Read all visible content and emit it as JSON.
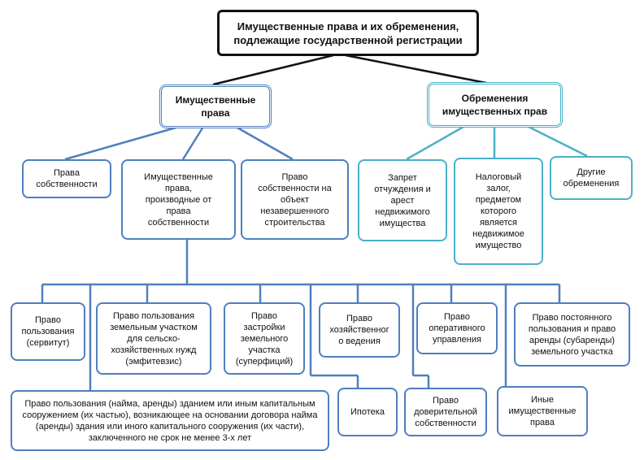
{
  "root": "Имущественные права и их обременения,\nподлежащие государственной регистрации",
  "left_branch": {
    "title": "Имущественные\nправа",
    "children": {
      "ownership": "Права\nсобственности",
      "derived": "Имущественные\nправа,\nпроизводные от\nправа\nсобственности",
      "unfinished": "Право\nсобственности на\nобъект\nнезавершенного\nстроительства"
    }
  },
  "right_branch": {
    "title": "Обременения\nимущественных прав",
    "children": {
      "ban": "Запрет\nотчуждения и\nарест\nнедвижимого\nимущества",
      "tax_pledge": "Налоговый\nзалог,\nпредметом\nкоторого\nявляется\nнедвижимое\nимущество",
      "other": "Другие\nобременения"
    }
  },
  "derived_rights": {
    "servitude": "Право\nпользования\n(сервитут)",
    "emphyteusis": "Право пользования\nземельным участком\nдля сельско-\nхозяйственных нужд\n(эмфитевзис)",
    "superficies": "Право\nзастройки\nземельного\nучастка\n(суперфиций)",
    "economic": "Право\nхозяйственног\nо ведения",
    "operative": "Право\nоперативного\nуправления",
    "lease": "Право постоянного\nпользования и право\nаренды (субаренды)\nземельного участка",
    "building_lease": "Право пользования (найма, аренды) зданием или иным капитальным\nсооружением (их частью), возникающее на основании договора найма\n(аренды) здания или иного капитального сооружения (их части),\nзаключенного не срок не менее 3-х лет",
    "mortgage": "Ипотека",
    "trust": "Право\nдоверительной\nсобственности",
    "other_rights": "Иные\nимущественные\nправа"
  },
  "colors": {
    "blue": "#4f7fbf",
    "teal": "#4bb0c6",
    "black": "#111111"
  }
}
